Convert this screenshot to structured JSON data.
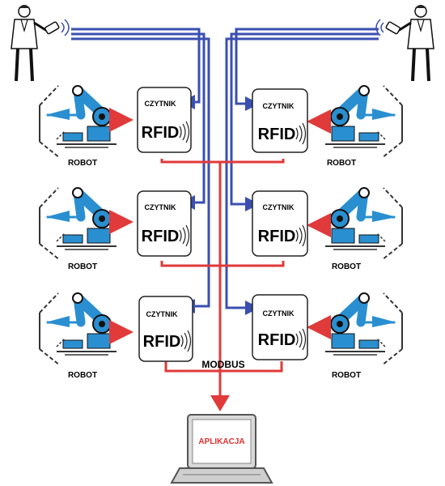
{
  "reader": {
    "title": "CZYTNIK",
    "tech": "RFID"
  },
  "robot_label": "ROBOT",
  "bus_label": "MODBUS",
  "app_label": "APLIKACJA",
  "colors": {
    "wire_blue": "#3a4fb0",
    "wire_red": "#e03a3a",
    "robot_blue": "#2a8fd0",
    "reader_border": "#222222",
    "app_text": "#e03030"
  },
  "icons": [
    "operator-icon",
    "handheld-remote-icon",
    "robot-arm-icon",
    "rfid-wave-icon",
    "laptop-icon"
  ]
}
